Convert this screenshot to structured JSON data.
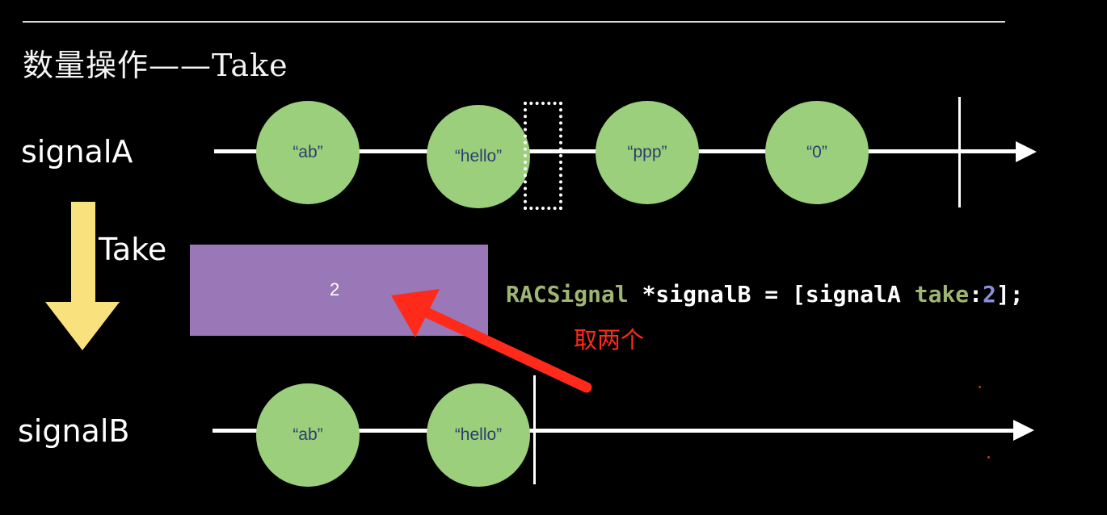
{
  "slide": {
    "title": "数量操作——Take"
  },
  "signalA": {
    "label": "signalA",
    "events": [
      "“ab”",
      "“hello”",
      "“ppp”",
      "“0”"
    ]
  },
  "signalB": {
    "label": "signalB",
    "events": [
      "“ab”",
      "“hello”"
    ]
  },
  "operator": {
    "label": "Take",
    "value": "2"
  },
  "code": {
    "type": "RACSignal",
    "decl": " *signalB = [signalA ",
    "method": "take",
    "colon": ":",
    "arg": "2",
    "end": "];"
  },
  "annotation": {
    "text": "取两个"
  },
  "colors": {
    "background": "#000000",
    "event_fill": "#9bcf7c",
    "event_text": "#2d3e6b",
    "operator_box": "#9a77b6",
    "operator_arrow": "#f9e27d",
    "annotation": "#ff2a1a",
    "code_keyword": "#9fb573",
    "code_number": "#8a8fd8"
  },
  "icons": {
    "operator_arrow": "down-arrow-icon",
    "annotation_arrow": "pointer-arrow-icon"
  }
}
